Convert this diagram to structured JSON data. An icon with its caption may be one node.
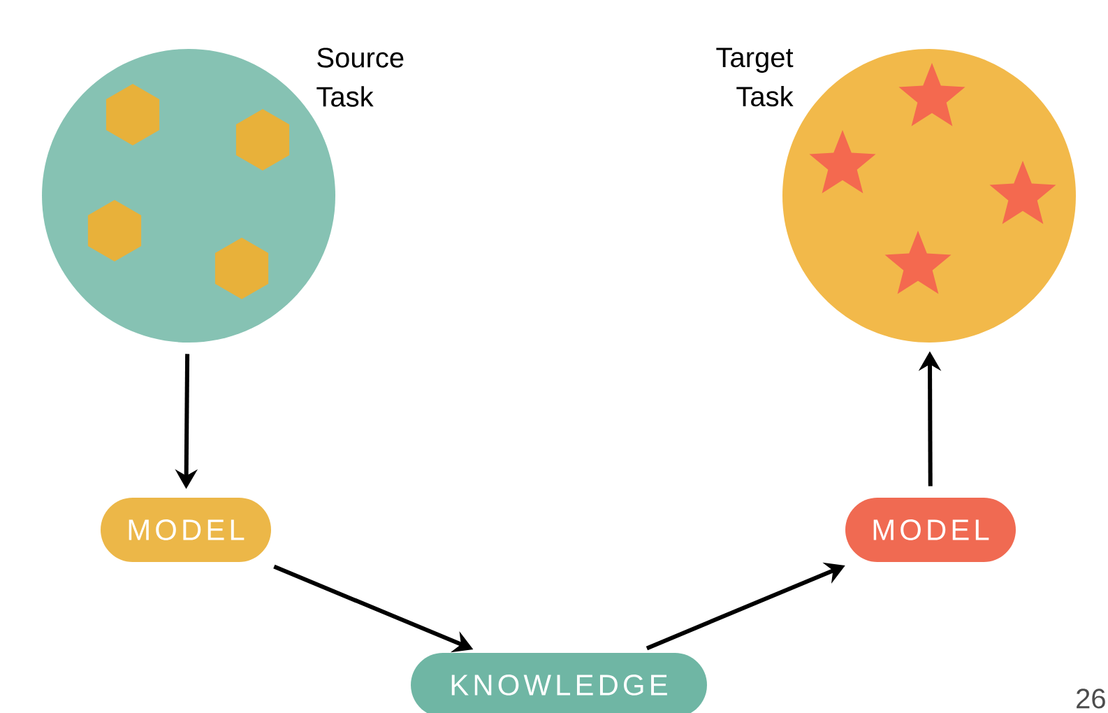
{
  "diagram": {
    "nodes": [
      {
        "text": [
          "Source Task"
        ]
      },
      {
        "text": [
          "Target Task"
        ]
      },
      {
        "text": [
          "MODEL"
        ]
      },
      {
        "text": [
          "KNOWLEDGE"
        ]
      },
      {
        "text": [
          "MODEL"
        ]
      }
    ],
    "edges": [
      {
        "from": 0,
        "to": 2,
        "arrow": "to"
      },
      {
        "from": 2,
        "to": 3,
        "arrow": "to"
      },
      {
        "from": 3,
        "to": 4,
        "arrow": "to"
      },
      {
        "from": 4,
        "to": 1,
        "arrow": "to"
      }
    ],
    "labels": [
      "26"
    ]
  }
}
